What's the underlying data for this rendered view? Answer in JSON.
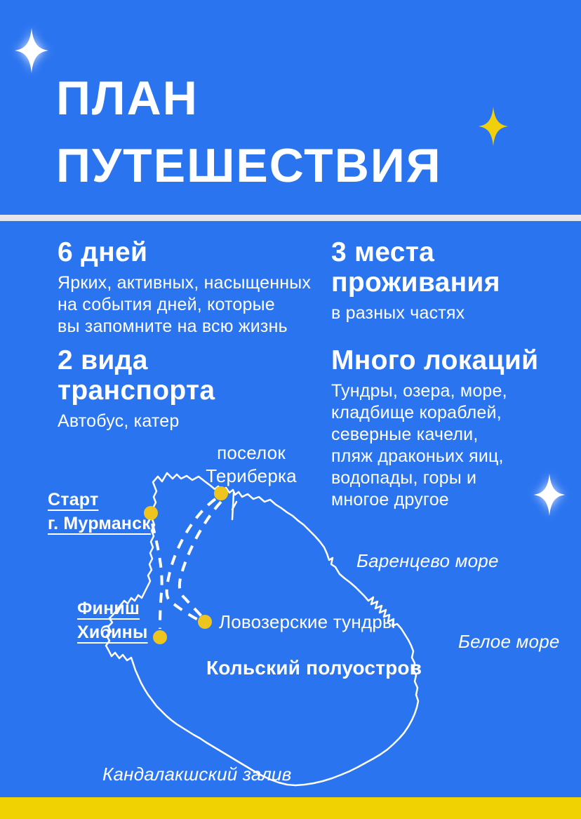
{
  "colors": {
    "background": "#2b74f0",
    "text": "#ffffff",
    "divider": "#e6e5ee",
    "marker_yellow": "#eec41f",
    "sparkle_yellow": "#f2cf0c",
    "footer_bar": "#f0d202"
  },
  "title": {
    "line1": "ПЛАН",
    "line2": "ПУТЕШЕСТВИЯ"
  },
  "stats": {
    "days": {
      "heading": "6 дней",
      "body": "Ярких, активных, насыщенных\nна события дней, которые\nвы запомните на всю жизнь"
    },
    "stays": {
      "heading": "3 места\nпроживания",
      "body": "в разных частях"
    },
    "transport": {
      "heading": "2 вида\nтранспорта",
      "body": "Автобус, катер"
    },
    "locations": {
      "heading": "Много локаций",
      "body": "Тундры, озера, море,\nкладбище кораблей,\nсеверные качели,\nпляж драконьих яиц,\nводопады, горы и\nмногое другое"
    }
  },
  "map": {
    "labels": {
      "teriberka": "поселок\nТериберка",
      "start": "Старт\nг. Мурманск",
      "finish": "Финиш\nХибины",
      "lovozero": "Ловозерские тундры",
      "barents_sea": "Баренцево море",
      "white_sea": "Белое море",
      "peninsula": "Кольский полуостров",
      "kandalaksha_bay": "Кандалакшский залив"
    }
  }
}
